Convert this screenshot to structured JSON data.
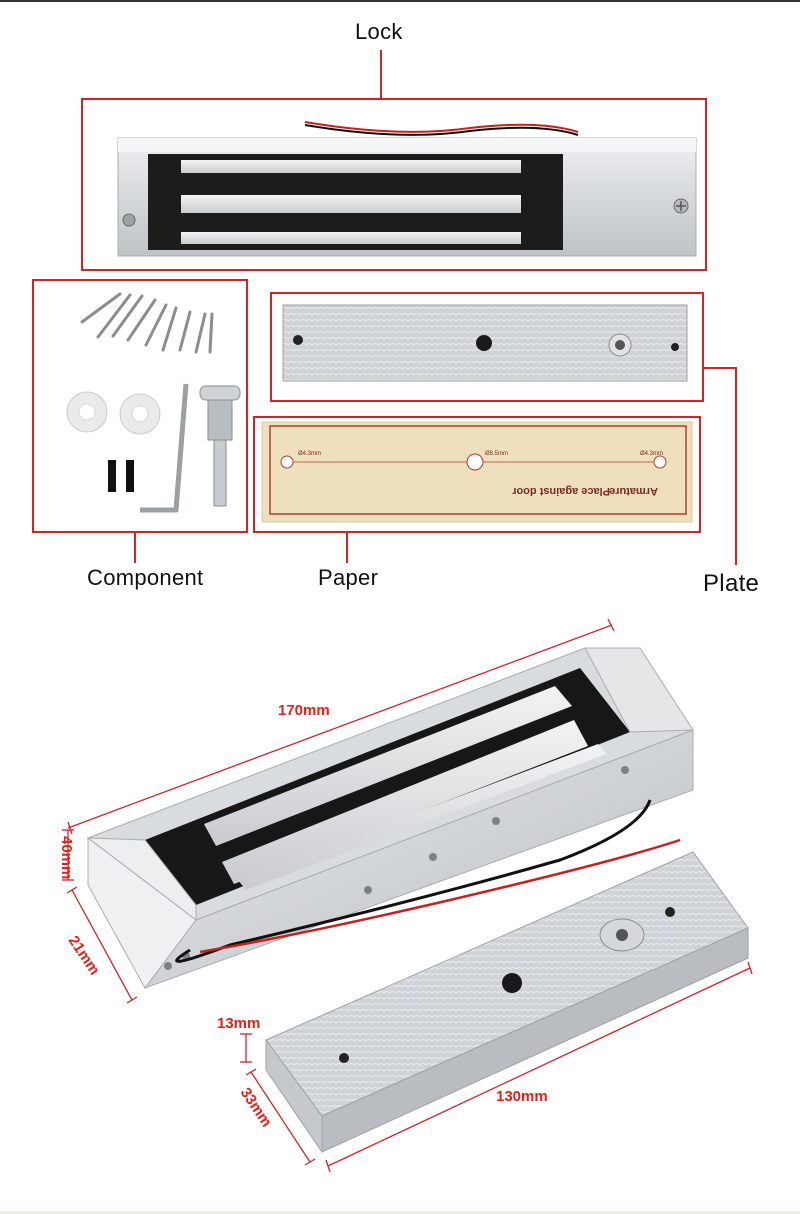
{
  "labels": {
    "lock": "Lock",
    "component": "Component",
    "paper": "Paper",
    "plate": "Plate"
  },
  "paper_print": {
    "line1": "Place against door",
    "line2": "Armature",
    "m1": "Ø4.3mm",
    "m2": "Ø8.5mm",
    "m3": "Ø4.3mm"
  },
  "dimensions": {
    "length_lock": "170mm",
    "height_lock": "40mm",
    "depth_lock": "21mm",
    "thickness_plate": "13mm",
    "width_plate": "33mm",
    "length_plate": "130mm"
  },
  "colors": {
    "frame": "#d2232a",
    "dimension": "#e32119",
    "aluminum": "#d9dcdf",
    "magnet_core": "#1c1c1c"
  }
}
